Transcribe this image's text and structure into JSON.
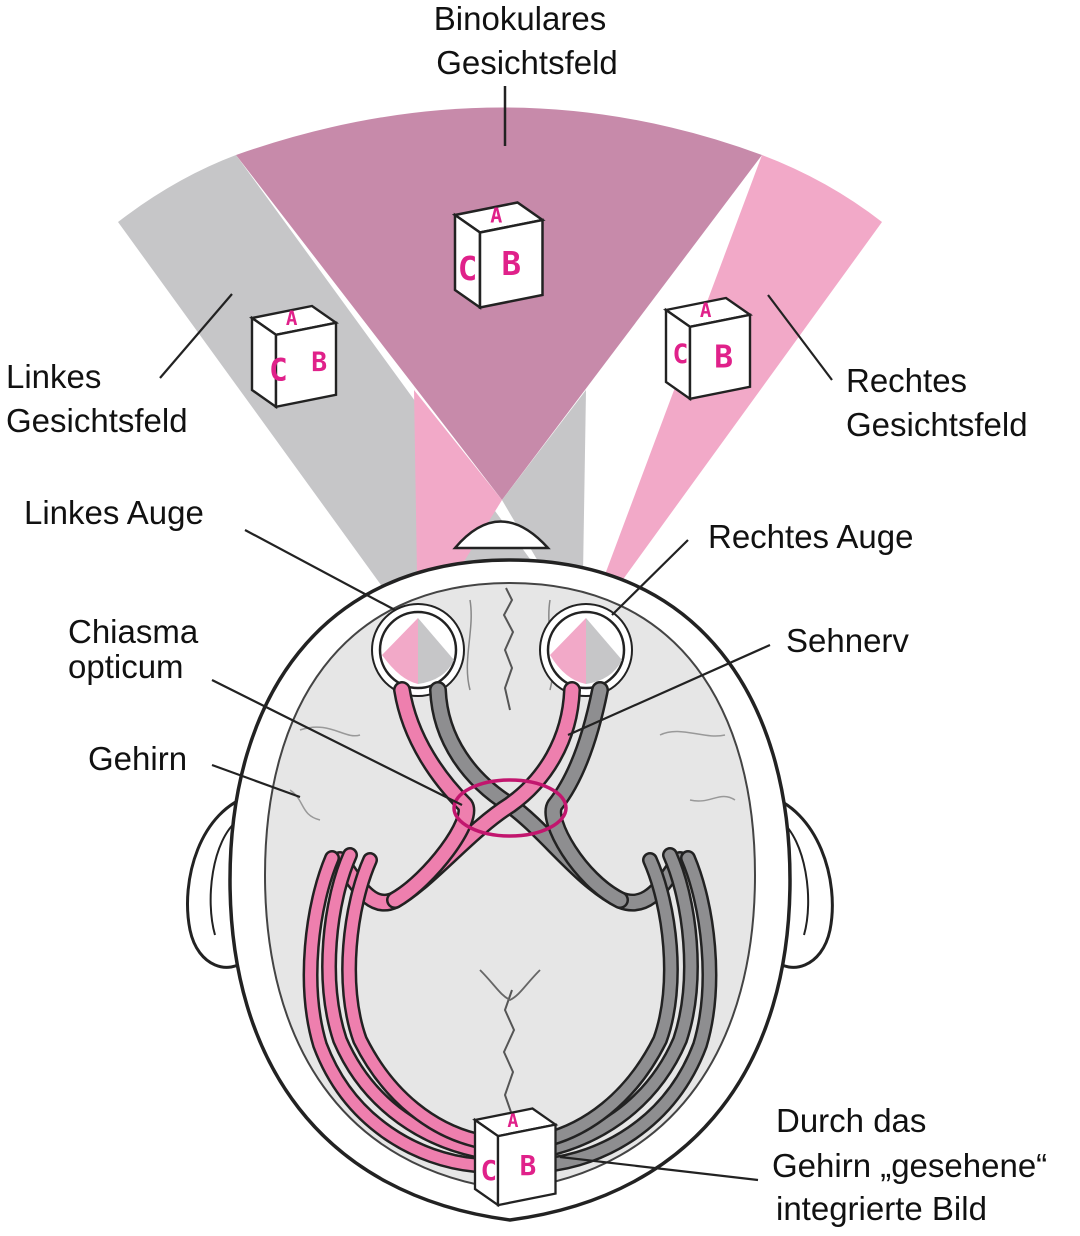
{
  "labels": {
    "binocular_line1": "Binokulares",
    "binocular_line2": "Gesichtsfeld",
    "left_field_line1": "Linkes",
    "left_field_line2": "Gesichtsfeld",
    "right_field_line1": "Rechtes",
    "right_field_line2": "Gesichtsfeld",
    "left_eye": "Linkes Auge",
    "right_eye": "Rechtes Auge",
    "chiasma_line1": "Chiasma",
    "chiasma_line2": "opticum",
    "optic_nerve": "Sehnerv",
    "brain": "Gehirn",
    "image_line1": "Durch das",
    "image_line2": "Gehirn „gesehene“",
    "image_line3": "integrierte Bild"
  },
  "cube_letters": {
    "front": "C",
    "side": "B",
    "top": "A"
  },
  "colors": {
    "binocular_field": "#c78aaa",
    "left_field": "#c6c6c8",
    "right_field": "#f2a9c8",
    "pink_pathway": "#ee7fae",
    "grey_pathway": "#8e8e90",
    "brain_fill": "#e6e6e6",
    "chiasma_ring": "#c2166e",
    "cube_letter": "#e0218a"
  }
}
